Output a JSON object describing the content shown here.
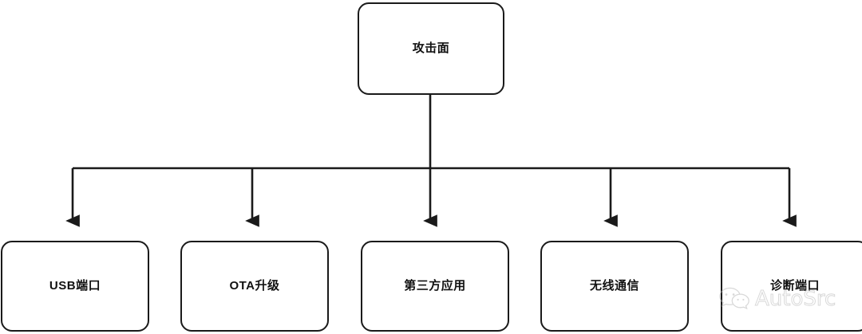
{
  "diagram": {
    "type": "tree-hierarchy",
    "orientation": "top-down",
    "root": {
      "id": "attack-surface",
      "label": "攻击面"
    },
    "children": [
      {
        "id": "usb-port",
        "label": "USB端口"
      },
      {
        "id": "ota-upgrade",
        "label": "OTA升级"
      },
      {
        "id": "third-party-app",
        "label": "第三方应用"
      },
      {
        "id": "wireless-comm",
        "label": "无线通信"
      },
      {
        "id": "diagnostic-port",
        "label": "诊断端口"
      }
    ],
    "colors": {
      "stroke": "#1a1a1a",
      "fill": "#ffffff",
      "text": "#111111",
      "watermark": "#b9b9b9"
    }
  },
  "watermark": {
    "text": "AutoSrc",
    "icon": "wechat-icon"
  }
}
